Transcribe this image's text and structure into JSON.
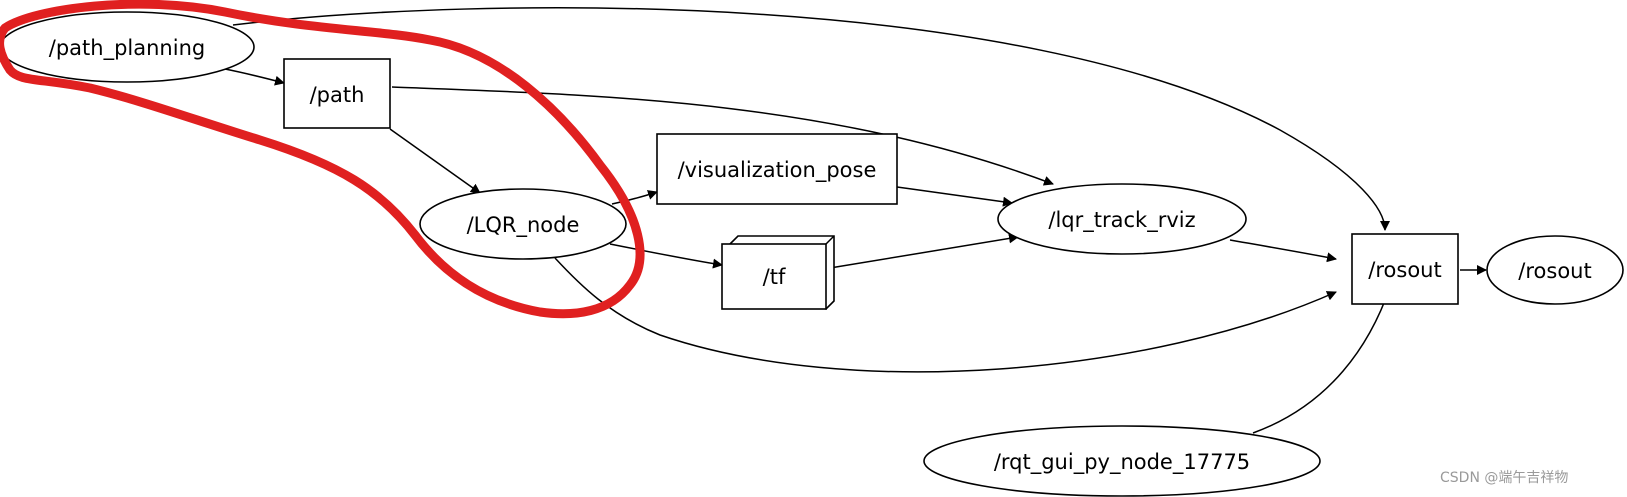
{
  "graph": {
    "nodes": {
      "path_planning": {
        "label": "/path_planning",
        "shape": "ellipse"
      },
      "path": {
        "label": "/path",
        "shape": "box"
      },
      "lqr_node": {
        "label": "/LQR_node",
        "shape": "ellipse"
      },
      "visualization_pose": {
        "label": "/visualization_pose",
        "shape": "box"
      },
      "tf": {
        "label": "/tf",
        "shape": "box3d"
      },
      "lqr_track_rviz": {
        "label": "/lqr_track_rviz",
        "shape": "ellipse"
      },
      "rosout_topic": {
        "label": "/rosout",
        "shape": "box"
      },
      "rosout_node": {
        "label": "/rosout",
        "shape": "ellipse"
      },
      "rqt_gui": {
        "label": "/rqt_gui_py_node_17775",
        "shape": "ellipse"
      }
    },
    "edges": [
      {
        "from": "path_planning",
        "to": "path"
      },
      {
        "from": "path_planning",
        "to": "rosout_topic"
      },
      {
        "from": "path",
        "to": "lqr_node"
      },
      {
        "from": "path",
        "to": "lqr_track_rviz"
      },
      {
        "from": "lqr_node",
        "to": "visualization_pose"
      },
      {
        "from": "lqr_node",
        "to": "tf"
      },
      {
        "from": "lqr_node",
        "to": "rosout_topic"
      },
      {
        "from": "visualization_pose",
        "to": "lqr_track_rviz"
      },
      {
        "from": "tf",
        "to": "lqr_track_rviz"
      },
      {
        "from": "lqr_track_rviz",
        "to": "rosout_topic"
      },
      {
        "from": "rosout_topic",
        "to": "rosout_node"
      },
      {
        "from": "rqt_gui",
        "to": "rosout_topic"
      }
    ]
  },
  "annotation": {
    "color": "#e02020",
    "encloses": [
      "path_planning",
      "path",
      "lqr_node"
    ]
  },
  "watermark": {
    "text": "CSDN @端午吉祥物"
  }
}
